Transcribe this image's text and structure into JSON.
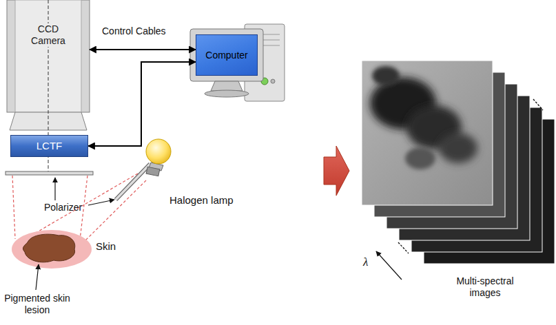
{
  "diagram": {
    "nodes": [
      {
        "text": [
          "CCD Camera"
        ]
      },
      {
        "text": [
          "Computer"
        ]
      },
      {
        "text": [
          "LCTF"
        ]
      }
    ],
    "edges": [
      {
        "from": 0,
        "to": 1,
        "arrow": "both"
      },
      {
        "from": 1,
        "to": 2,
        "arrow": "both"
      }
    ],
    "labels": [
      "Control Cables",
      "Halogen lamp",
      "Polarizer",
      "Skin",
      "Pigmented skin lesion",
      "λ",
      "Multi-spectral images"
    ]
  }
}
